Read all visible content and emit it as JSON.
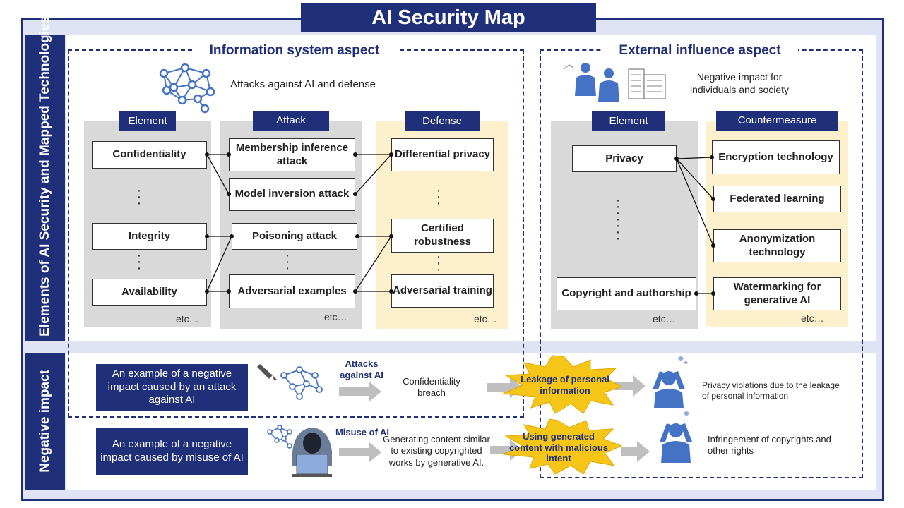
{
  "title": "AI Security Map",
  "left_labels": {
    "top": "Elements of AI Security and Mapped Technologies",
    "bottom": "Negative impact"
  },
  "info": {
    "aspect": "Information system aspect",
    "subtitle": "Attacks against AI and defense",
    "headers": {
      "element": "Element",
      "attack": "Attack",
      "defense": "Defense"
    },
    "elements": [
      "Confidentiality",
      "Integrity",
      "Availability"
    ],
    "attacks": [
      "Membership inference attack",
      "Model inversion attack",
      "Poisoning attack",
      "Adversarial examples"
    ],
    "defenses": [
      "Differential privacy",
      "Certified robustness",
      "Adversarial training"
    ],
    "etc": "etc…"
  },
  "external": {
    "aspect": "External influence aspect",
    "subtitle": "Negative impact for individuals and society",
    "headers": {
      "element": "Element",
      "countermeasure": "Countermeasure"
    },
    "elements": [
      "Privacy",
      "Copyright and authorship"
    ],
    "countermeasures": [
      "Encryption technology",
      "Federated learning",
      "Anonymization technology",
      "Watermarking for generative AI"
    ],
    "etc": "etc…"
  },
  "negative": {
    "row1": {
      "box": "An example of a negative impact caused by an attack against AI",
      "label": "Attacks against AI",
      "middle": "Confidentiality breach",
      "burst": "Leakage of personal information",
      "result": "Privacy violations due to the leakage of personal information"
    },
    "row2": {
      "box": "An example of a negative impact caused by misuse of AI",
      "label": "Misuse of AI",
      "middle": "Generating content similar to existing copyrighted works by generative AI.",
      "burst": "Using generated content with malicious intent",
      "result": "Infringement of copyrights and other rights"
    }
  },
  "colors": {
    "navy": "#1f2f7a",
    "frame_bg": "#dfe3f3",
    "gray_col": "#d9d9d9",
    "yellow_col": "#fdf0cd",
    "burst": "#f5c518",
    "icon_blue": "#4472c4"
  }
}
